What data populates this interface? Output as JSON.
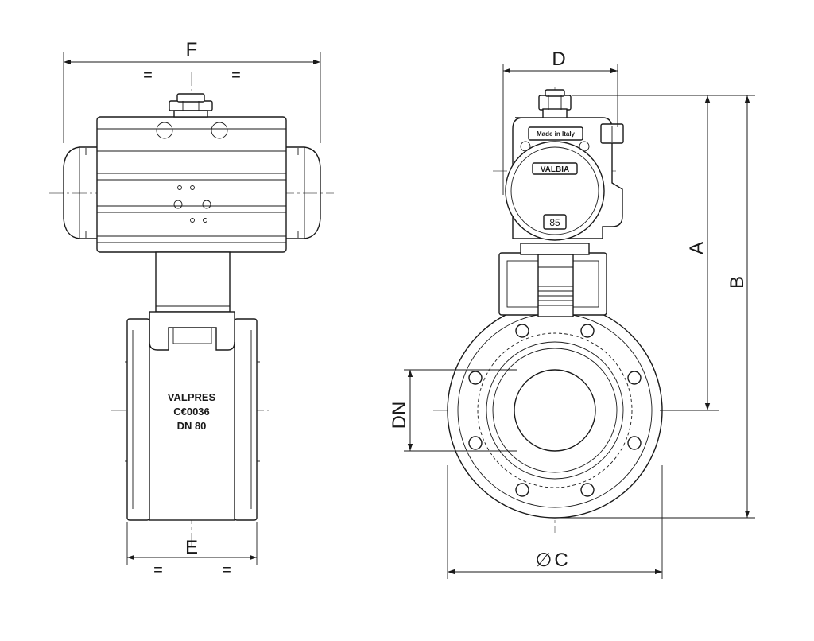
{
  "dimensions": {
    "F": "F",
    "F_equal_left": "=",
    "F_equal_right": "=",
    "E": "E",
    "E_equal_left": "=",
    "E_equal_right": "=",
    "D": "D",
    "A": "A",
    "B": "B",
    "DN": "DN",
    "C_symbol": "∅",
    "C": "C"
  },
  "body_markings": {
    "brand": "VALPRES",
    "certification": "C€0036",
    "size": "DN 80"
  },
  "actuator_markings": {
    "origin": "Made in Italy",
    "brand": "VALBIA",
    "model": "85"
  }
}
